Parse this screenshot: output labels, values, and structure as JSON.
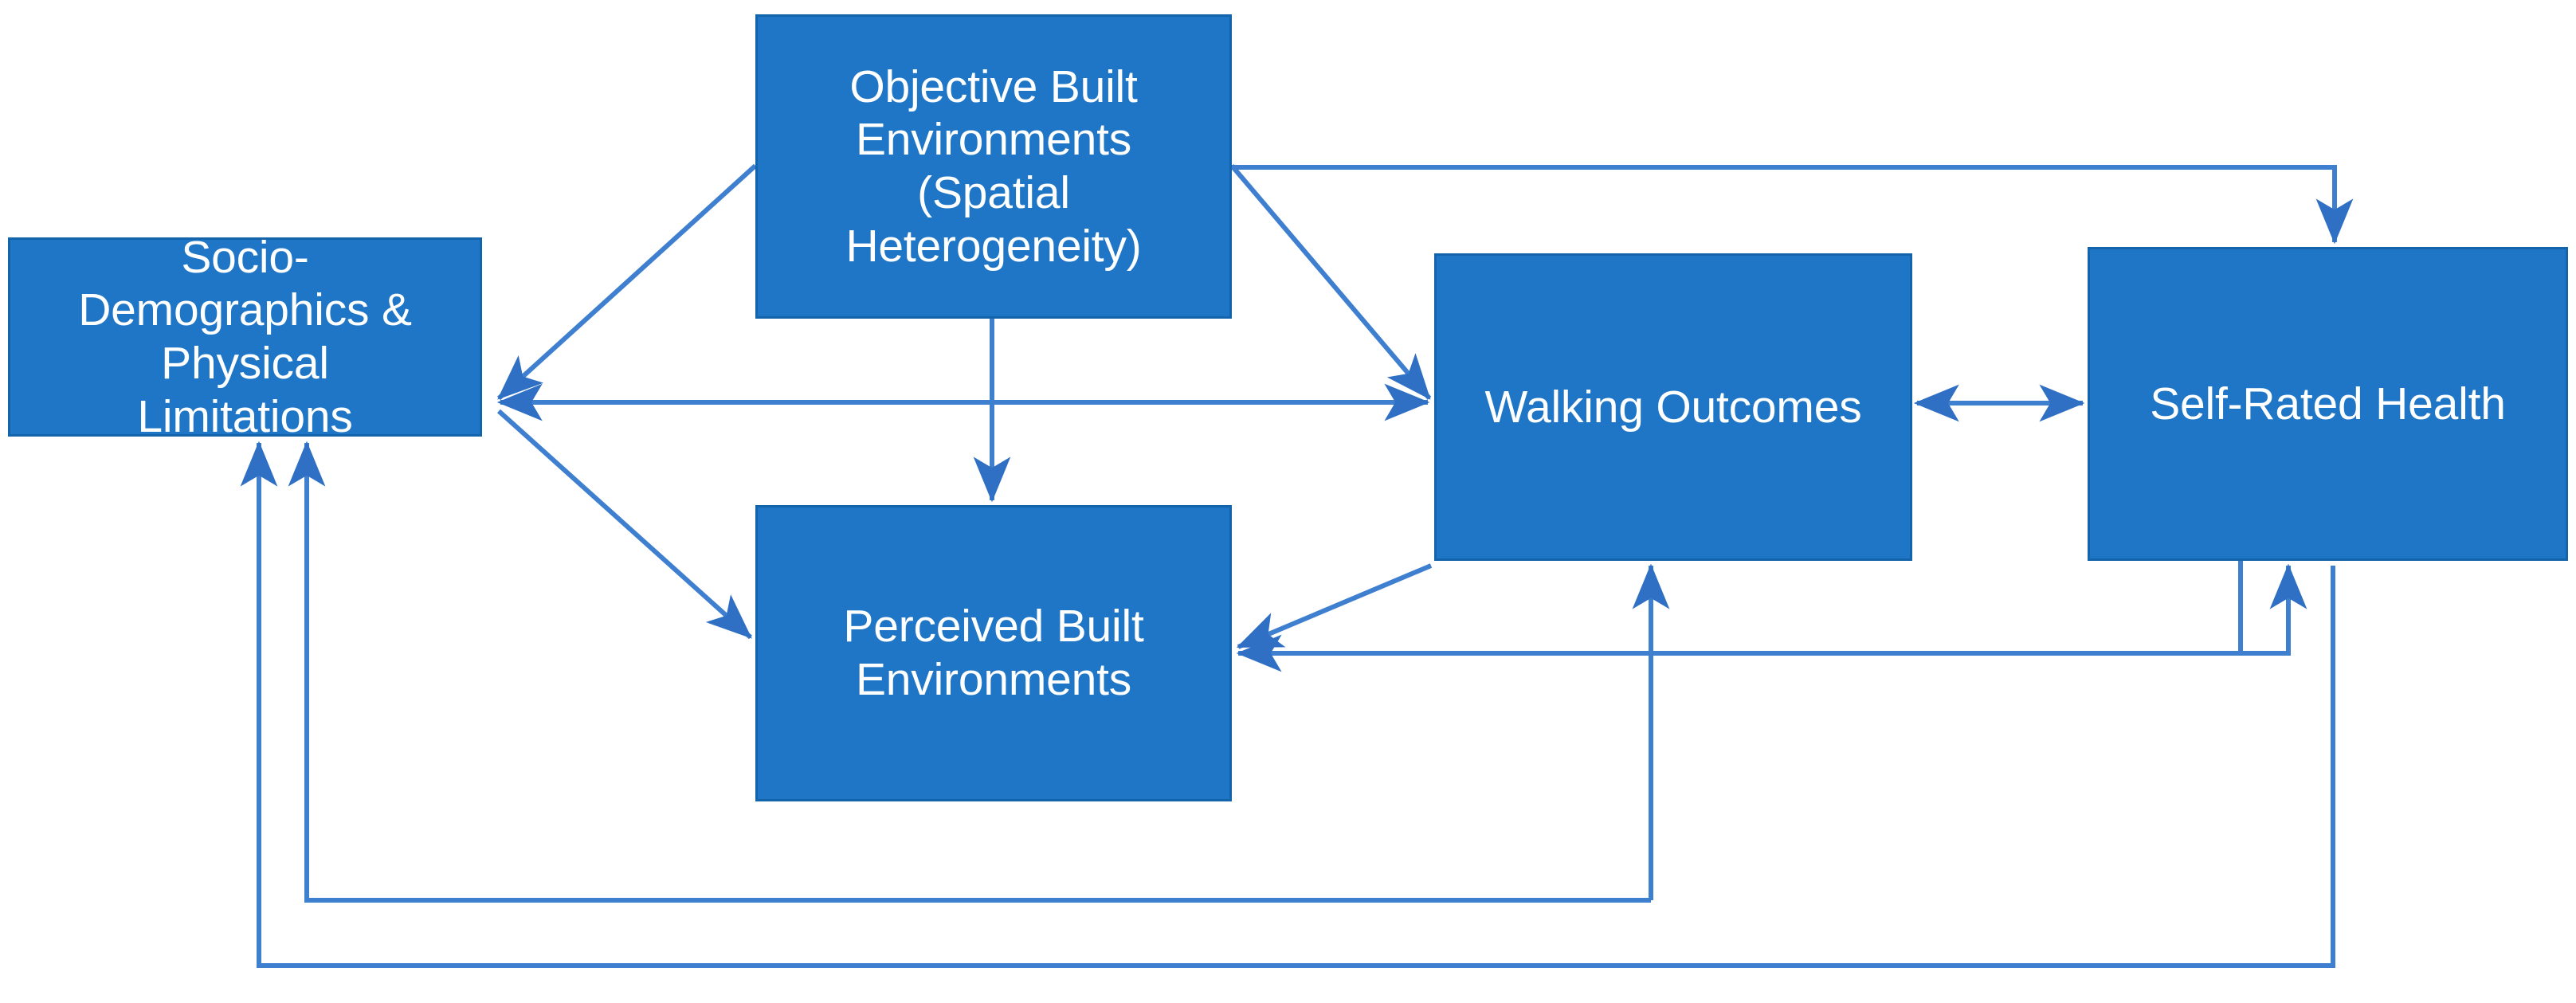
{
  "diagram": {
    "title": "Conceptual framework linking built environments, walking outcomes and self-rated health",
    "type": "flowchart",
    "background_color": "#ffffff",
    "node_fill_color": "#1f76c6",
    "node_border_color": "#1464ab",
    "node_text_color": "#ffffff",
    "edge_color": "#3f7fd0",
    "nodes": [
      {
        "id": "socio",
        "label": "Socio-\nDemographics &\nPhysical\nLimitations",
        "lines": [
          "Socio-",
          "Demographics &",
          "Physical",
          "Limitations"
        ]
      },
      {
        "id": "objective",
        "label": "Objective Built\nEnvironments\n(Spatial\nHeterogeneity)",
        "lines": [
          "Objective Built",
          "Environments",
          "(Spatial",
          "Heterogeneity)"
        ]
      },
      {
        "id": "perceived",
        "label": "Perceived Built\nEnvironments",
        "lines": [
          "Perceived Built",
          "Environments"
        ]
      },
      {
        "id": "walking",
        "label": "Walking Outcomes",
        "lines": [
          "Walking Outcomes"
        ]
      },
      {
        "id": "health",
        "label": "Self-Rated Health",
        "lines": [
          "Self-Rated Health"
        ]
      }
    ],
    "edges": [
      {
        "id": "e1",
        "from": "objective",
        "to": "socio",
        "style": "diagonal",
        "arrows": "single"
      },
      {
        "id": "e2",
        "from": "objective",
        "to": "walking",
        "style": "diagonal",
        "arrows": "single"
      },
      {
        "id": "e3",
        "from": "objective",
        "to": "perceived",
        "style": "vertical",
        "arrows": "single"
      },
      {
        "id": "e4",
        "from": "objective",
        "to": "health",
        "style": "orthogonal",
        "arrows": "single"
      },
      {
        "id": "e5",
        "from": "socio",
        "to": "walking",
        "style": "horizontal",
        "arrows": "double"
      },
      {
        "id": "e6",
        "from": "socio",
        "to": "perceived",
        "style": "diagonal",
        "arrows": "single"
      },
      {
        "id": "e7",
        "from": "walking",
        "to": "perceived",
        "style": "diagonal",
        "arrows": "single"
      },
      {
        "id": "e8",
        "from": "walking",
        "to": "health",
        "style": "horizontal",
        "arrows": "double"
      },
      {
        "id": "e9",
        "from": "health",
        "to": "perceived",
        "style": "orthogonal",
        "arrows": "single"
      },
      {
        "id": "e10",
        "from": "health",
        "to": "walking",
        "style": "orthogonal",
        "arrows": "single"
      },
      {
        "id": "e11",
        "from": "health",
        "to": "socio",
        "style": "orthogonal",
        "arrows": "single"
      },
      {
        "id": "e12",
        "from": "walking",
        "to": "socio",
        "style": "orthogonal",
        "arrows": "single"
      }
    ]
  }
}
